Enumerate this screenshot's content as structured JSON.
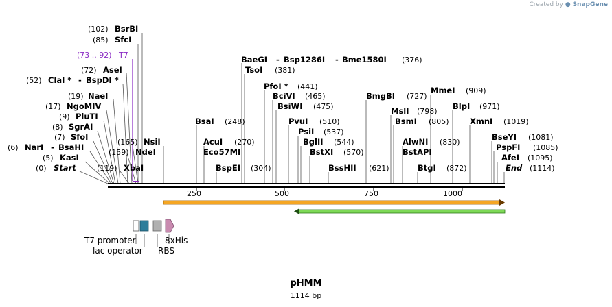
{
  "credit": {
    "prefix": "Created by",
    "brand": "SnapGene"
  },
  "map": {
    "name": "pHMM",
    "length_label": "1114 bp",
    "length": 1114,
    "ticks": [
      "250",
      "500",
      "750",
      "1000"
    ],
    "colors": {
      "backbone": "#000000",
      "orange_feature": "#f5a623",
      "green_feature": "#7ed957",
      "t7_promoter": "#ffffff",
      "lac_operator": "#2e7d9a",
      "rbs": "#b0b0b0",
      "his_tag": "#c98bb0",
      "t7_label": "#8b2bc4"
    }
  },
  "sites": [
    {
      "name": "BsrBI",
      "pos": "(102)"
    },
    {
      "name": "SfcI",
      "pos": "(85)"
    },
    {
      "name": "T7",
      "pos": "(73 .. 92)"
    },
    {
      "name": "AseI",
      "pos": "(72)"
    },
    {
      "name": "ClaI *",
      "name2": "BspDI *",
      "pos": "(52)"
    },
    {
      "name": "NaeI",
      "pos": "(19)"
    },
    {
      "name": "NgoMIV",
      "pos": "(17)"
    },
    {
      "name": "PluTI",
      "pos": "(9)"
    },
    {
      "name": "SgrAI",
      "pos": "(8)"
    },
    {
      "name": "SfoI",
      "pos": "(7)"
    },
    {
      "name": "NarI",
      "name2": "BsaHI",
      "pos": "(6)"
    },
    {
      "name": "KasI",
      "pos": "(5)"
    },
    {
      "name": "Start",
      "pos": "(0)"
    },
    {
      "name": "XbaI",
      "pos": "(119)"
    },
    {
      "name": "NdeI",
      "pos": "(159)"
    },
    {
      "name": "NsiI",
      "pos": "(165)"
    },
    {
      "name": "BsaI",
      "pos": "(248)"
    },
    {
      "name": "AcuI",
      "pos": "(270)"
    },
    {
      "name": "Eco57MI",
      "pos": ""
    },
    {
      "name": "BspEI",
      "pos": "(304)"
    },
    {
      "name": "BaeGI",
      "name2": "Bsp1286I",
      "name3": "Bme1580I",
      "pos": "(376)"
    },
    {
      "name": "TsoI",
      "pos": "(381)"
    },
    {
      "name": "PfoI *",
      "pos": "(441)"
    },
    {
      "name": "BciVI",
      "pos": "(465)"
    },
    {
      "name": "BsiWI",
      "pos": "(475)"
    },
    {
      "name": "PvuI",
      "pos": "(510)"
    },
    {
      "name": "PsiI",
      "pos": "(537)"
    },
    {
      "name": "BglII",
      "pos": "(544)"
    },
    {
      "name": "BstXI",
      "pos": "(570)"
    },
    {
      "name": "BssHII",
      "pos": "(621)"
    },
    {
      "name": "BmgBI",
      "pos": "(727)"
    },
    {
      "name": "MslI",
      "pos": "(798)"
    },
    {
      "name": "BsmI",
      "pos": "(805)"
    },
    {
      "name": "AlwNI",
      "pos": "(830)"
    },
    {
      "name": "BstAPI",
      "pos": ""
    },
    {
      "name": "BtgI",
      "pos": "(872)"
    },
    {
      "name": "MmeI",
      "pos": "(909)"
    },
    {
      "name": "BlpI",
      "pos": "(971)"
    },
    {
      "name": "XmnI",
      "pos": "(1019)"
    },
    {
      "name": "BseYI",
      "pos": "(1081)"
    },
    {
      "name": "PspFI",
      "pos": "(1085)"
    },
    {
      "name": "AfeI",
      "pos": "(1095)"
    },
    {
      "name": "End",
      "pos": "(1114)"
    }
  ],
  "features": {
    "t7_promoter": "T7 promoter",
    "lac_operator": "lac operator",
    "rbs": "RBS",
    "his_tag": "8xHis"
  }
}
